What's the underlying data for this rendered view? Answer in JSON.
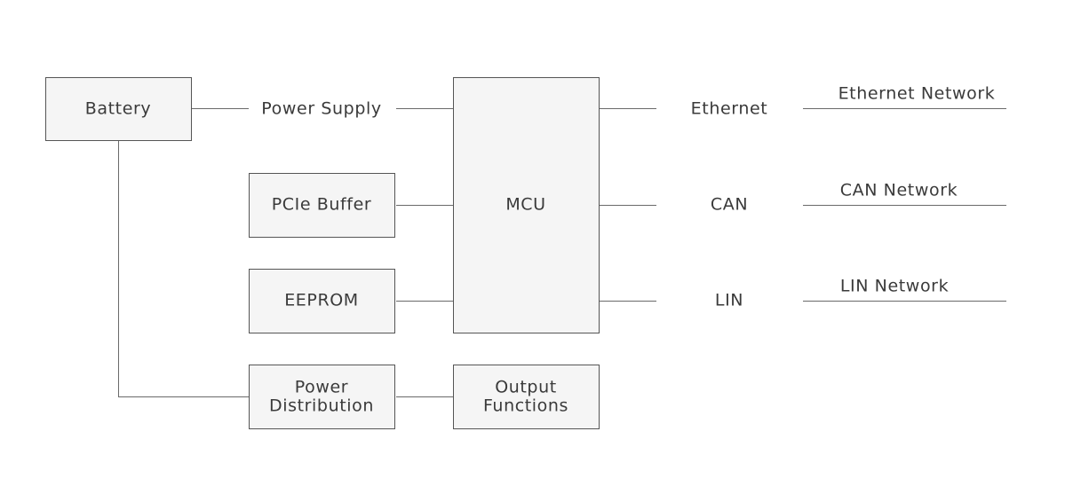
{
  "nodes": {
    "battery": "Battery",
    "pcie_buffer": "PCIe Buffer",
    "eeprom": "EEPROM",
    "power_distribution": [
      "Power",
      "Distribution"
    ],
    "mcu": "MCU",
    "output_functions": [
      "Output",
      "Functions"
    ]
  },
  "links": {
    "power_supply": "Power Supply",
    "ethernet": "Ethernet",
    "can": "CAN",
    "lin": "LIN"
  },
  "networks": {
    "ethernet": "Ethernet Network",
    "can": "CAN Network",
    "lin": "LIN Network"
  }
}
